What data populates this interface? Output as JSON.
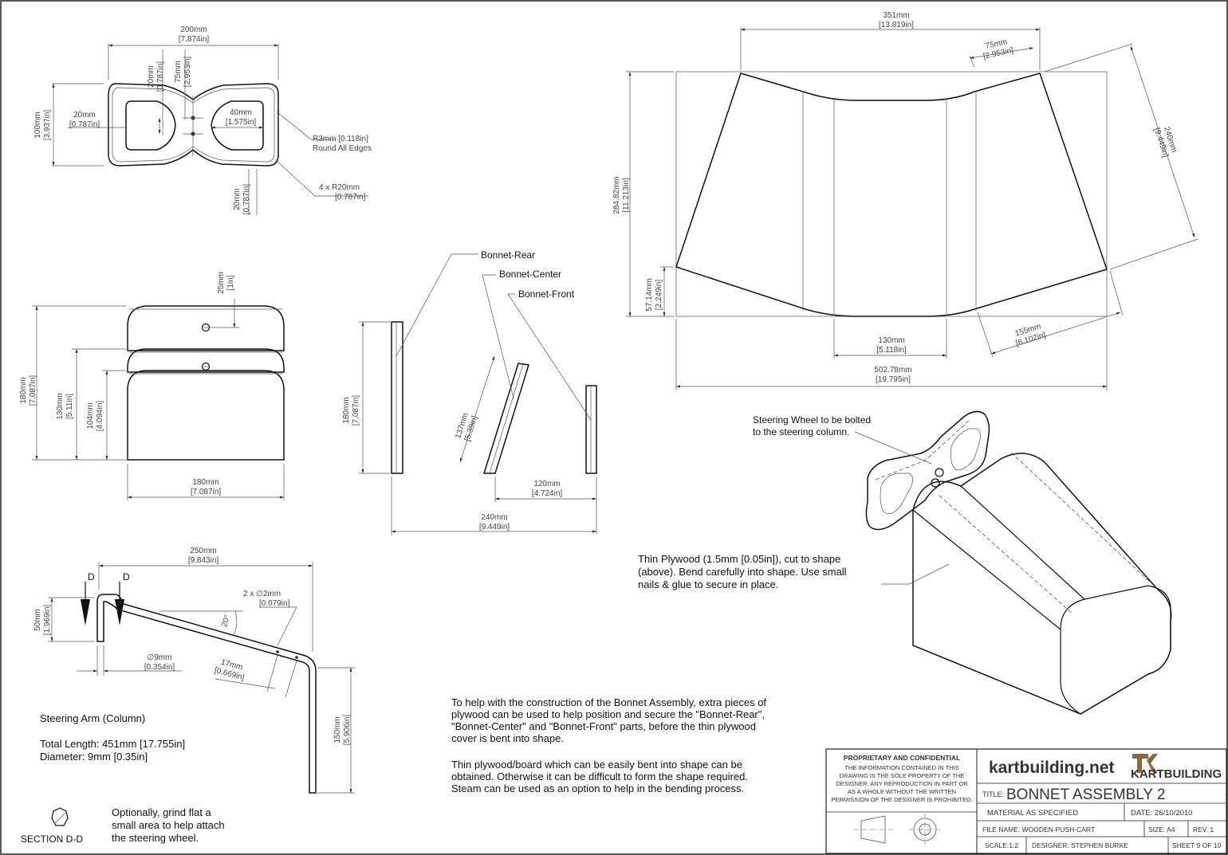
{
  "wheel": {
    "d_width": [
      "200mm",
      "[7.874in]"
    ],
    "d_height": [
      "100mm",
      "[3.937in]"
    ],
    "d_side": [
      "20mm",
      "[0.787in]"
    ],
    "d_bar1": [
      "20mm",
      "[0.787in]"
    ],
    "d_bar2": [
      "75mm",
      "[2.953in]"
    ],
    "d_hole": [
      "40mm",
      "[1.575in]"
    ],
    "d_edge": [
      "R3mm [0.118in]",
      "Round All Edges"
    ],
    "d_rad": [
      "4 x  R20mm",
      "[0.787in]"
    ],
    "d_bot": [
      "20mm",
      "[0.787in]"
    ]
  },
  "front": {
    "d_top": [
      "25mm",
      "[1in]"
    ],
    "d_h180": [
      "180mm",
      "[7.087in]"
    ],
    "d_h130": [
      "130mm",
      "[5.11in]"
    ],
    "d_h104": [
      "104mm",
      "[4.094in]"
    ],
    "d_w180": [
      "180mm",
      "[7.087in]"
    ]
  },
  "side": {
    "rear_label": "Bonnet-Rear",
    "center_label": "Bonnet-Center",
    "front_label": "Bonnet-Front",
    "d_h180": [
      "180mm",
      "[7.087in]"
    ],
    "d_137": [
      "137mm",
      "[5.39in]"
    ],
    "d_120": [
      "120mm",
      "[4.724in]"
    ],
    "d_240": [
      "240mm",
      "[9.449in]"
    ]
  },
  "flat": {
    "d_351": [
      "351mm",
      "[13.819in]"
    ],
    "d_75": [
      "75mm",
      "[2.953in]"
    ],
    "d_240": [
      "240mm",
      "[9.449in]"
    ],
    "d_284": [
      "284.82mm",
      "[11.213in]"
    ],
    "d_57": [
      "57.14mm",
      "[2.249in]"
    ],
    "d_130": [
      "130mm",
      "[5.118in]"
    ],
    "d_155": [
      "155mm",
      "[6.102in]"
    ],
    "d_502": [
      "502.78mm",
      "[19.795in]"
    ]
  },
  "iso": {
    "wheel_note": [
      "Steering Wheel to be bolted",
      "to the steering column."
    ],
    "ply_note": [
      "Thin Plywood (1.5mm [0.05in]), cut to shape",
      "(above). Bend carefully into shape. Use small",
      "nails & glue to secure in place."
    ]
  },
  "arm": {
    "d_250": [
      "250mm",
      "[9.843in]"
    ],
    "sec_left": "D",
    "sec_right": "D",
    "d_50": [
      "50mm",
      "[1.969in]"
    ],
    "d_2x2": [
      "2 x  ∅2mm",
      "[0.079in]"
    ],
    "d_angle": "20°",
    "d_9": [
      "∅9mm",
      "[0.354in]"
    ],
    "d_17": [
      "17mm",
      "[0.669in]"
    ],
    "d_150": [
      "150mm",
      "[5.906in]"
    ],
    "title": "Steering Arm (Column)",
    "length": "Total Length: 451mm [17.755in]",
    "diameter": "Diameter: 9mm [0.35in]",
    "section": "SECTION D-D",
    "grind": [
      "Optionally, grind flat a",
      "small area to help attach",
      "the steering wheel."
    ]
  },
  "notes": {
    "p1": [
      "To help with the construction of the Bonnet Assembly, extra pieces of",
      "plywood can be used to help position and secure the \"Bonnet-Rear\",",
      "\"Bonnet-Center\" and \"Bonnet-Front\" parts, before the thin plywood",
      "cover is bent into shape."
    ],
    "p2": [
      "Thin plywood/board which can be easily bent into shape can be",
      "obtained. Otherwise it can be difficult to form the shape required.",
      "Steam can be used as an option to help in the bending process."
    ]
  },
  "titleblock": {
    "prop_title": "PROPRIETARY AND CONFIDENTIAL",
    "prop_text": [
      "THE INFORMATION CONTAINED IN THIS",
      "DRAWING IS THE SOLE PROPERTY OF THE",
      "DESIGNER.  ANY REPRODUCTION IN PART OR",
      "AS A WHOLE WITHOUT THE WRITTEN",
      "PERMISSION OF THE DESIGNER IS PROHIBITED."
    ],
    "site": "kartbuilding.net",
    "logo": "KARTBUILDING",
    "title_label": "TITLE:",
    "title": "BONNET ASSEMBLY 2",
    "material": "MATERIAL AS SPECIFIED",
    "date": "DATE:  26/10/2010",
    "file": "FILE NAME: WOODEN-PUSH-CART",
    "size": "SIZE: A4",
    "rev": "REV.  1",
    "scale": "SCALE:1:2",
    "designer": "DESIGNER: STEPHEN BURKE",
    "sheet": "SHEET 9 OF 10"
  }
}
